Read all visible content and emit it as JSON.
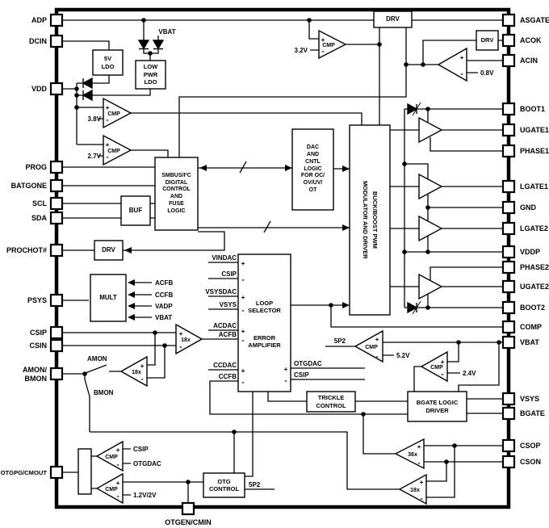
{
  "pins": {
    "left": [
      {
        "label": "ADP"
      },
      {
        "label": "DCIN"
      },
      {
        "label": "VDD"
      },
      {
        "label": "PROG"
      },
      {
        "label": "BATGONE"
      },
      {
        "label": "SCL"
      },
      {
        "label": "SDA"
      },
      {
        "label": "PROCHOT#"
      },
      {
        "label": "PSYS"
      },
      {
        "label": "CSIP"
      },
      {
        "label": "CSIN"
      },
      {
        "label": "AMON/",
        "label2": "BMON"
      },
      {
        "label": "OTGPG/CMOUT"
      }
    ],
    "right": [
      {
        "label": "ASGATE"
      },
      {
        "label": "ACOK"
      },
      {
        "label": "ACIN"
      },
      {
        "label": "BOOT1"
      },
      {
        "label": "UGATE1"
      },
      {
        "label": "PHASE1"
      },
      {
        "label": "LGATE1"
      },
      {
        "label": "GND"
      },
      {
        "label": "LGATE2"
      },
      {
        "label": "VDDP"
      },
      {
        "label": "PHASE2"
      },
      {
        "label": "UGATE2"
      },
      {
        "label": "BOOT2"
      },
      {
        "label": "COMP"
      },
      {
        "label": "VBAT"
      },
      {
        "label": "VSYS"
      },
      {
        "label": "BGATE"
      },
      {
        "label": "CSOP"
      },
      {
        "label": "CSON"
      }
    ],
    "bottom": [
      {
        "label": "OTGEN/CMIN"
      }
    ]
  },
  "blocks": {
    "ldo5v": "5V\nLDO",
    "low_pwr_ldo": "LOW\nPWR\nLDO",
    "smbus": "SMBUS/I²C\nDIGITAL\nCONTROL\nAND\nFUSE\nLOGIC",
    "buf": "BUF",
    "drv": "DRV",
    "mult": "MULT",
    "dac": "DAC\nAND\nCNTL\nLOGIC\nFOR OC/\nOV/UV/\nOT",
    "pwm": "BUCK/BOOST PWM\nMODULATOR AND  DRIVER",
    "loop_selector": "LOOP\nSELECTOR",
    "error_amplifier": "ERROR\nAMPLIFIER",
    "trickle": "TRICKLE\nCONTROL",
    "bgate_driver": "BGATE LOGIC\nDRIVER",
    "otg_control": "OTG\nCONTROL"
  },
  "gains": {
    "cmp": "CMP",
    "x18": "18x",
    "x36": "36x"
  },
  "refs": {
    "v3p2": "3.2V",
    "v0p8": "0.8V",
    "v3p8": "3.8V",
    "v2p7": "2.7V",
    "v5p2": "5.2V",
    "v2p4": "2.4V",
    "v1p2_2v": "1.2V/2V",
    "p5p2": "5P2"
  },
  "nets": {
    "vbat": "VBAT",
    "acfb": "ACFB",
    "ccfb": "CCFB",
    "vadp": "VADP",
    "amon": "AMON",
    "bmon": "BMON",
    "vindac": "VINDAC",
    "csip": "CSIP",
    "vsysdac": "VSYSDAC",
    "vsys": "VSYS",
    "acdac": "ACDAC",
    "ccdac": "CCDAC",
    "otgdac": "OTGDAC"
  },
  "symbols": {
    "plus": "+",
    "minus": "-"
  }
}
